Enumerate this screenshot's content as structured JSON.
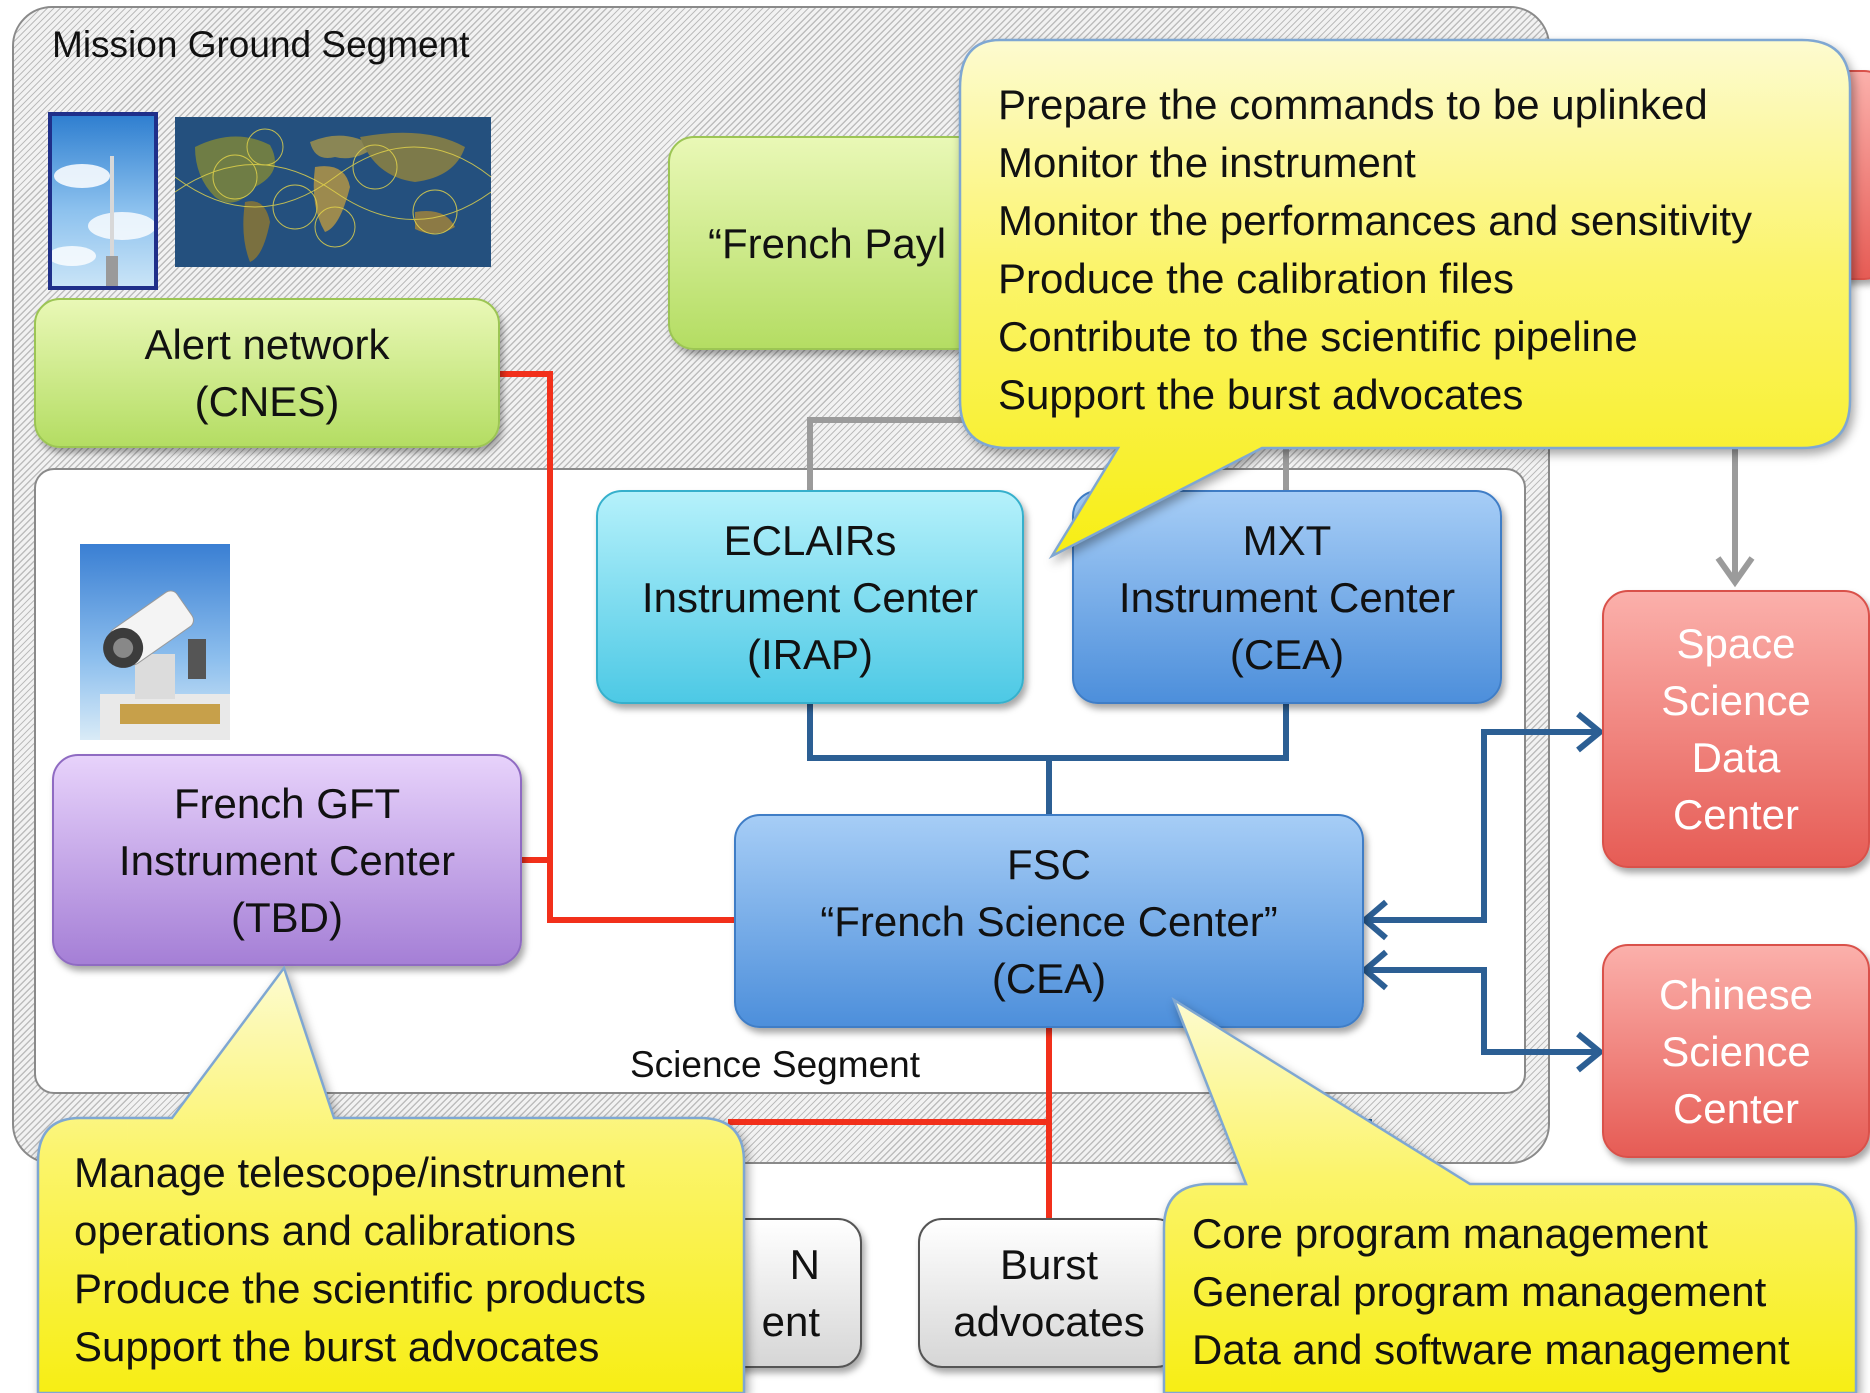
{
  "segments": {
    "mission_ground": "Mission Ground Segment",
    "science": "Science Segment"
  },
  "boxes": {
    "alert_network": [
      "Alert network",
      "(CNES)"
    ],
    "french_payload": [
      "“French Payl"
    ],
    "eclairs": [
      "ECLAIRs",
      "Instrument Center",
      "(IRAP)"
    ],
    "mxt": [
      "MXT",
      "Instrument Center",
      "(CEA)"
    ],
    "gft": [
      "French GFT",
      "Instrument Center",
      "(TBD)"
    ],
    "fsc": [
      "FSC",
      "“French Science Center”",
      "(CEA)"
    ],
    "space_science": [
      "Space",
      "Science",
      "Data",
      "Center"
    ],
    "chinese_science": [
      "Chinese",
      "Science",
      "Center"
    ],
    "burst_advocates": [
      "Burst",
      "advocates"
    ],
    "partial_gray": [
      "N",
      "ent"
    ]
  },
  "callouts": {
    "instrument_tasks": [
      "Prepare the commands to be uplinked",
      "Monitor the instrument",
      "Monitor the performances and sensitivity",
      "Produce the calibration files",
      "Contribute to the scientific pipeline",
      "Support the burst advocates"
    ],
    "gft_tasks": [
      "Manage telescope/instrument",
      "operations and calibrations",
      "Produce the scientific products",
      "Support the burst advocates"
    ],
    "fsc_tasks": [
      "Core program management",
      "General program management",
      "Data and software management"
    ]
  },
  "colors": {
    "red_line": "#f2301b",
    "blue_line": "#2c5f94",
    "gray_line": "#9b9b9b",
    "callout_fill": "#fbf52e"
  }
}
